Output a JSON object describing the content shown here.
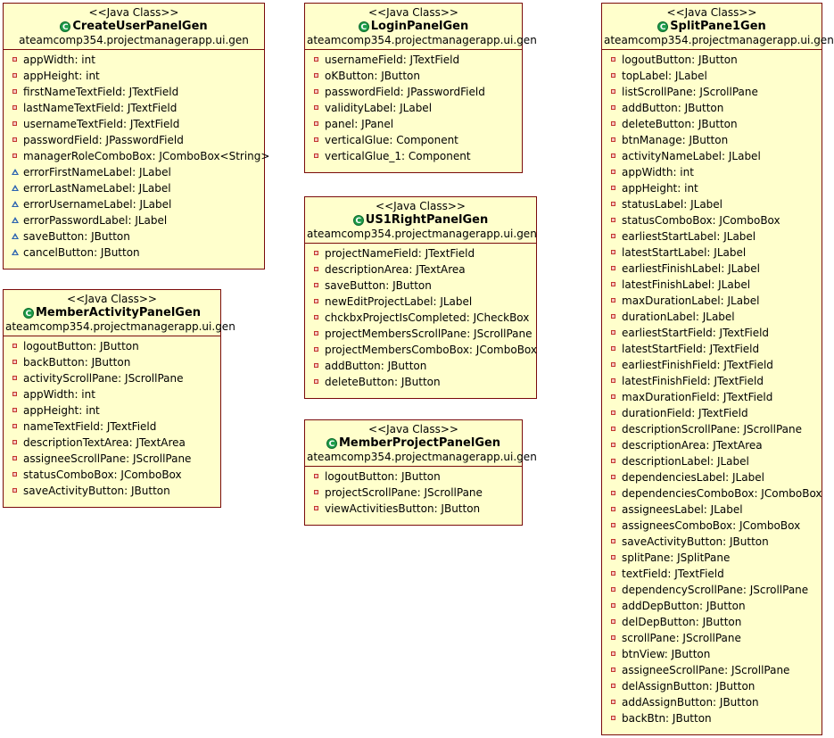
{
  "classes": [
    {
      "id": "createuser",
      "stereotype": "<<Java Class>>",
      "name": "CreateUserPanelGen",
      "package": "ateamcomp354.projectmanagerapp.ui.gen",
      "fields": [
        {
          "text": "appWidth: int",
          "vis": "private"
        },
        {
          "text": "appHeight: int",
          "vis": "private"
        },
        {
          "text": "firstNameTextField: JTextField",
          "vis": "private"
        },
        {
          "text": "lastNameTextField: JTextField",
          "vis": "private"
        },
        {
          "text": "usernameTextField: JTextField",
          "vis": "private"
        },
        {
          "text": "passwordField: JPasswordField",
          "vis": "private"
        },
        {
          "text": "managerRoleComboBox: JComboBox<String>",
          "vis": "private"
        },
        {
          "text": "errorFirstNameLabel: JLabel",
          "vis": "package"
        },
        {
          "text": "errorLastNameLabel: JLabel",
          "vis": "package"
        },
        {
          "text": "errorUsernameLabel: JLabel",
          "vis": "package"
        },
        {
          "text": "errorPasswordLabel: JLabel",
          "vis": "package"
        },
        {
          "text": "saveButton: JButton",
          "vis": "package"
        },
        {
          "text": "cancelButton: JButton",
          "vis": "package"
        }
      ]
    },
    {
      "id": "memberactivity",
      "stereotype": "<<Java Class>>",
      "name": "MemberActivityPanelGen",
      "package": "ateamcomp354.projectmanagerapp.ui.gen",
      "fields": [
        {
          "text": "logoutButton: JButton",
          "vis": "private"
        },
        {
          "text": "backButton: JButton",
          "vis": "private"
        },
        {
          "text": "activityScrollPane: JScrollPane",
          "vis": "private"
        },
        {
          "text": "appWidth: int",
          "vis": "private"
        },
        {
          "text": "appHeight: int",
          "vis": "private"
        },
        {
          "text": "nameTextField: JTextField",
          "vis": "private"
        },
        {
          "text": "descriptionTextArea: JTextArea",
          "vis": "private"
        },
        {
          "text": "assigneeScrollPane: JScrollPane",
          "vis": "private"
        },
        {
          "text": "statusComboBox: JComboBox",
          "vis": "private"
        },
        {
          "text": "saveActivityButton: JButton",
          "vis": "private"
        }
      ]
    },
    {
      "id": "login",
      "stereotype": "<<Java Class>>",
      "name": "LoginPanelGen",
      "package": "ateamcomp354.projectmanagerapp.ui.gen",
      "fields": [
        {
          "text": "usernameField: JTextField",
          "vis": "private"
        },
        {
          "text": "oKButton: JButton",
          "vis": "private"
        },
        {
          "text": "passwordField: JPasswordField",
          "vis": "private"
        },
        {
          "text": "validityLabel: JLabel",
          "vis": "private"
        },
        {
          "text": "panel: JPanel",
          "vis": "private"
        },
        {
          "text": "verticalGlue: Component",
          "vis": "private"
        },
        {
          "text": "verticalGlue_1: Component",
          "vis": "private"
        }
      ]
    },
    {
      "id": "us1right",
      "stereotype": "<<Java Class>>",
      "name": "US1RightPanelGen",
      "package": "ateamcomp354.projectmanagerapp.ui.gen",
      "fields": [
        {
          "text": "projectNameField: JTextField",
          "vis": "private"
        },
        {
          "text": "descriptionArea: JTextArea",
          "vis": "private"
        },
        {
          "text": "saveButton: JButton",
          "vis": "private"
        },
        {
          "text": "newEditProjectLabel: JLabel",
          "vis": "private"
        },
        {
          "text": "chckbxProjectIsCompleted: JCheckBox",
          "vis": "private"
        },
        {
          "text": "projectMembersScrollPane: JScrollPane",
          "vis": "private"
        },
        {
          "text": "projectMembersComboBox: JComboBox",
          "vis": "private"
        },
        {
          "text": "addButton: JButton",
          "vis": "private"
        },
        {
          "text": "deleteButton: JButton",
          "vis": "private"
        }
      ]
    },
    {
      "id": "memberproject",
      "stereotype": "<<Java Class>>",
      "name": "MemberProjectPanelGen",
      "package": "ateamcomp354.projectmanagerapp.ui.gen",
      "fields": [
        {
          "text": "logoutButton: JButton",
          "vis": "private"
        },
        {
          "text": "projectScrollPane: JScrollPane",
          "vis": "private"
        },
        {
          "text": "viewActivitiesButton: JButton",
          "vis": "private"
        }
      ]
    },
    {
      "id": "splitpane",
      "stereotype": "<<Java Class>>",
      "name": "SplitPane1Gen",
      "package": "ateamcomp354.projectmanagerapp.ui.gen",
      "fields": [
        {
          "text": "logoutButton: JButton",
          "vis": "private"
        },
        {
          "text": "topLabel: JLabel",
          "vis": "private"
        },
        {
          "text": "listScrollPane: JScrollPane",
          "vis": "private"
        },
        {
          "text": "addButton: JButton",
          "vis": "private"
        },
        {
          "text": "deleteButton: JButton",
          "vis": "private"
        },
        {
          "text": "btnManage: JButton",
          "vis": "private"
        },
        {
          "text": "activityNameLabel: JLabel",
          "vis": "private"
        },
        {
          "text": "appWidth: int",
          "vis": "private"
        },
        {
          "text": "appHeight: int",
          "vis": "private"
        },
        {
          "text": "statusLabel: JLabel",
          "vis": "private"
        },
        {
          "text": "statusComboBox: JComboBox",
          "vis": "private"
        },
        {
          "text": "earliestStartLabel: JLabel",
          "vis": "private"
        },
        {
          "text": "latestStartLabel: JLabel",
          "vis": "private"
        },
        {
          "text": "earliestFinishLabel: JLabel",
          "vis": "private"
        },
        {
          "text": "latestFinishLabel: JLabel",
          "vis": "private"
        },
        {
          "text": "maxDurationLabel: JLabel",
          "vis": "private"
        },
        {
          "text": "durationLabel: JLabel",
          "vis": "private"
        },
        {
          "text": "earliestStartField: JTextField",
          "vis": "private"
        },
        {
          "text": "latestStartField: JTextField",
          "vis": "private"
        },
        {
          "text": "earliestFinishField: JTextField",
          "vis": "private"
        },
        {
          "text": "latestFinishField: JTextField",
          "vis": "private"
        },
        {
          "text": "maxDurationField: JTextField",
          "vis": "private"
        },
        {
          "text": "durationField: JTextField",
          "vis": "private"
        },
        {
          "text": "descriptionScrollPane: JScrollPane",
          "vis": "private"
        },
        {
          "text": "descriptionArea: JTextArea",
          "vis": "private"
        },
        {
          "text": "descriptionLabel: JLabel",
          "vis": "private"
        },
        {
          "text": "dependenciesLabel: JLabel",
          "vis": "private"
        },
        {
          "text": "dependenciesComboBox: JComboBox",
          "vis": "private"
        },
        {
          "text": "assigneesLabel: JLabel",
          "vis": "private"
        },
        {
          "text": "assigneesComboBox: JComboBox",
          "vis": "private"
        },
        {
          "text": "saveActivityButton: JButton",
          "vis": "private"
        },
        {
          "text": "splitPane: JSplitPane",
          "vis": "private"
        },
        {
          "text": "textField: JTextField",
          "vis": "private"
        },
        {
          "text": "dependencyScrollPane: JScrollPane",
          "vis": "private"
        },
        {
          "text": "addDepButton: JButton",
          "vis": "private"
        },
        {
          "text": "delDepButton: JButton",
          "vis": "private"
        },
        {
          "text": "scrollPane: JScrollPane",
          "vis": "private"
        },
        {
          "text": "btnView: JButton",
          "vis": "private"
        },
        {
          "text": "assigneeScrollPane: JScrollPane",
          "vis": "private"
        },
        {
          "text": "delAssignButton: JButton",
          "vis": "private"
        },
        {
          "text": "addAssignButton: JButton",
          "vis": "private"
        },
        {
          "text": "backBtn: JButton",
          "vis": "private"
        }
      ]
    }
  ]
}
